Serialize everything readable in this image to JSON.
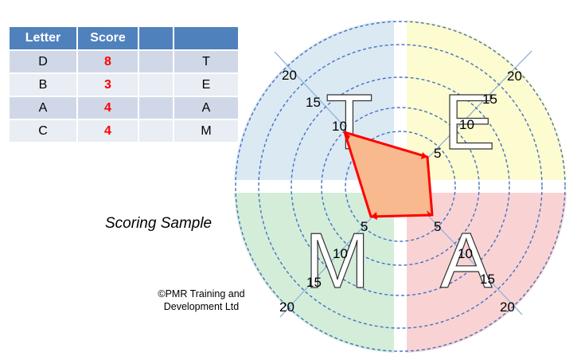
{
  "table": {
    "headers": [
      "Letter",
      "Score",
      "",
      ""
    ],
    "rows": [
      {
        "letter": "D",
        "score": "8",
        "team": "T"
      },
      {
        "letter": "B",
        "score": "3",
        "team": "E"
      },
      {
        "letter": "A",
        "score": "4",
        "team": "A"
      },
      {
        "letter": "C",
        "score": "4",
        "team": "M"
      }
    ]
  },
  "caption": "Scoring Sample",
  "copyright": {
    "line1": "©PMR Training and",
    "line2": "Development Ltd"
  },
  "diagram": {
    "quadrant_letters": {
      "top_left": "T",
      "top_right": "E",
      "bottom_right": "A",
      "bottom_left": "M"
    },
    "quadrant_colors": {
      "top_left": "#dbe9f3",
      "top_right": "#fdfbd0",
      "bottom_right": "#f9d3d3",
      "bottom_left": "#d4edd9"
    },
    "ring_color": "#4472c4",
    "axis_color": "#8fb4d9",
    "shape_fill": "#f7b98d",
    "shape_stroke": "#ff0000",
    "tick_labels": {
      "top_left": [
        "10",
        "15",
        "20"
      ],
      "top_right": [
        "5",
        "10",
        "15",
        "20"
      ],
      "bottom_right": [
        "5",
        "10",
        "15",
        "20"
      ],
      "bottom_left": [
        "5",
        "10",
        "15",
        "20"
      ]
    },
    "scores": {
      "T": 8,
      "E": 3,
      "A": 4,
      "M": 4
    }
  }
}
